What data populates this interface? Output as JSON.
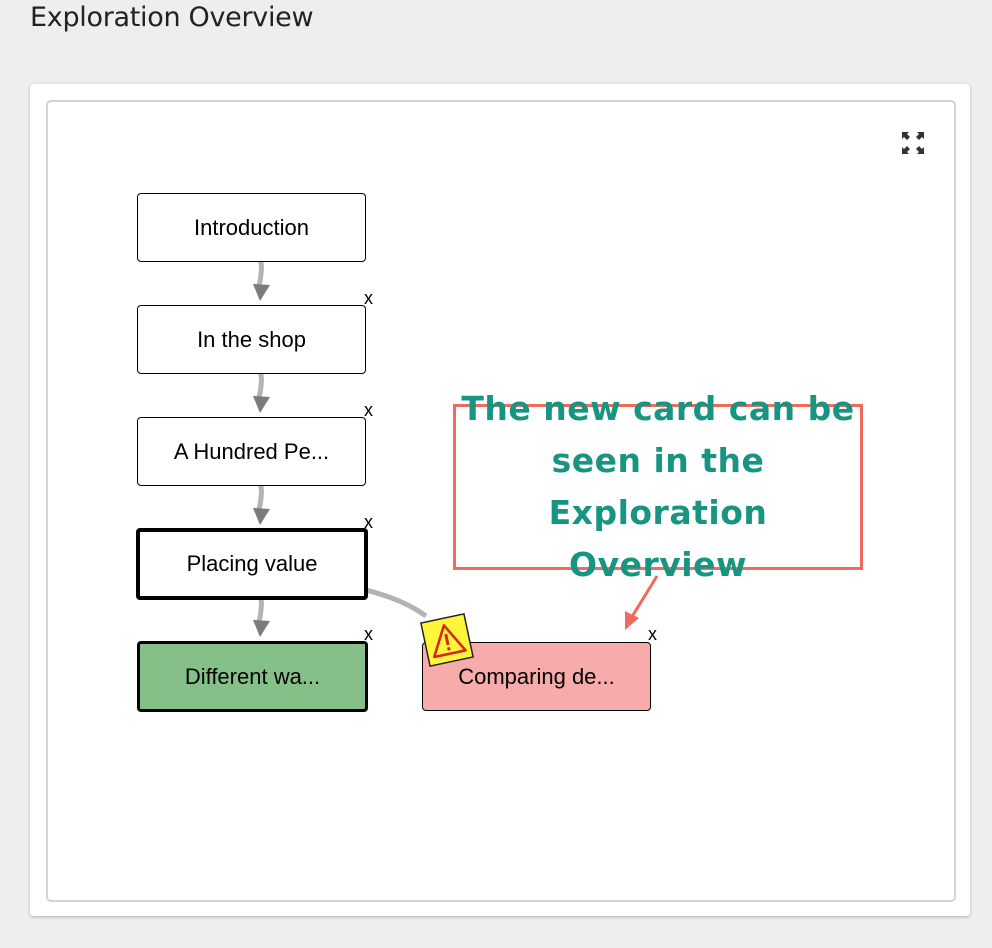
{
  "page": {
    "title": "Exploration Overview"
  },
  "toolbar": {
    "fullscreen_icon": "expand-icon"
  },
  "graph": {
    "nodes": [
      {
        "id": "introduction",
        "label": "Introduction",
        "fill": "#ffffff",
        "state": "normal",
        "deletable": false
      },
      {
        "id": "in-the-shop",
        "label": "In the shop",
        "fill": "#ffffff",
        "state": "normal",
        "deletable": true
      },
      {
        "id": "a-hundred",
        "label": "A Hundred Pe...",
        "fill": "#ffffff",
        "state": "normal",
        "deletable": true
      },
      {
        "id": "placing-value",
        "label": "Placing value",
        "fill": "#ffffff",
        "state": "active",
        "deletable": true
      },
      {
        "id": "different-ways",
        "label": "Different wa...",
        "fill": "#85c089",
        "state": "terminal",
        "deletable": true
      },
      {
        "id": "comparing",
        "label": "Comparing de...",
        "fill": "#f7abaa",
        "state": "unreachable",
        "deletable": true
      }
    ],
    "edges": [
      [
        "introduction",
        "in-the-shop"
      ],
      [
        "in-the-shop",
        "a-hundred"
      ],
      [
        "a-hundred",
        "placing-value"
      ],
      [
        "placing-value",
        "different-ways"
      ],
      [
        "placing-value",
        "comparing"
      ]
    ],
    "delete_label": "x",
    "warning_icon": "warning-icon"
  },
  "annotation": {
    "text": [
      "The new card can be",
      "seen in the",
      "Exploration Overview"
    ],
    "border_color": "#ee6b5d",
    "text_color": "#179482"
  }
}
